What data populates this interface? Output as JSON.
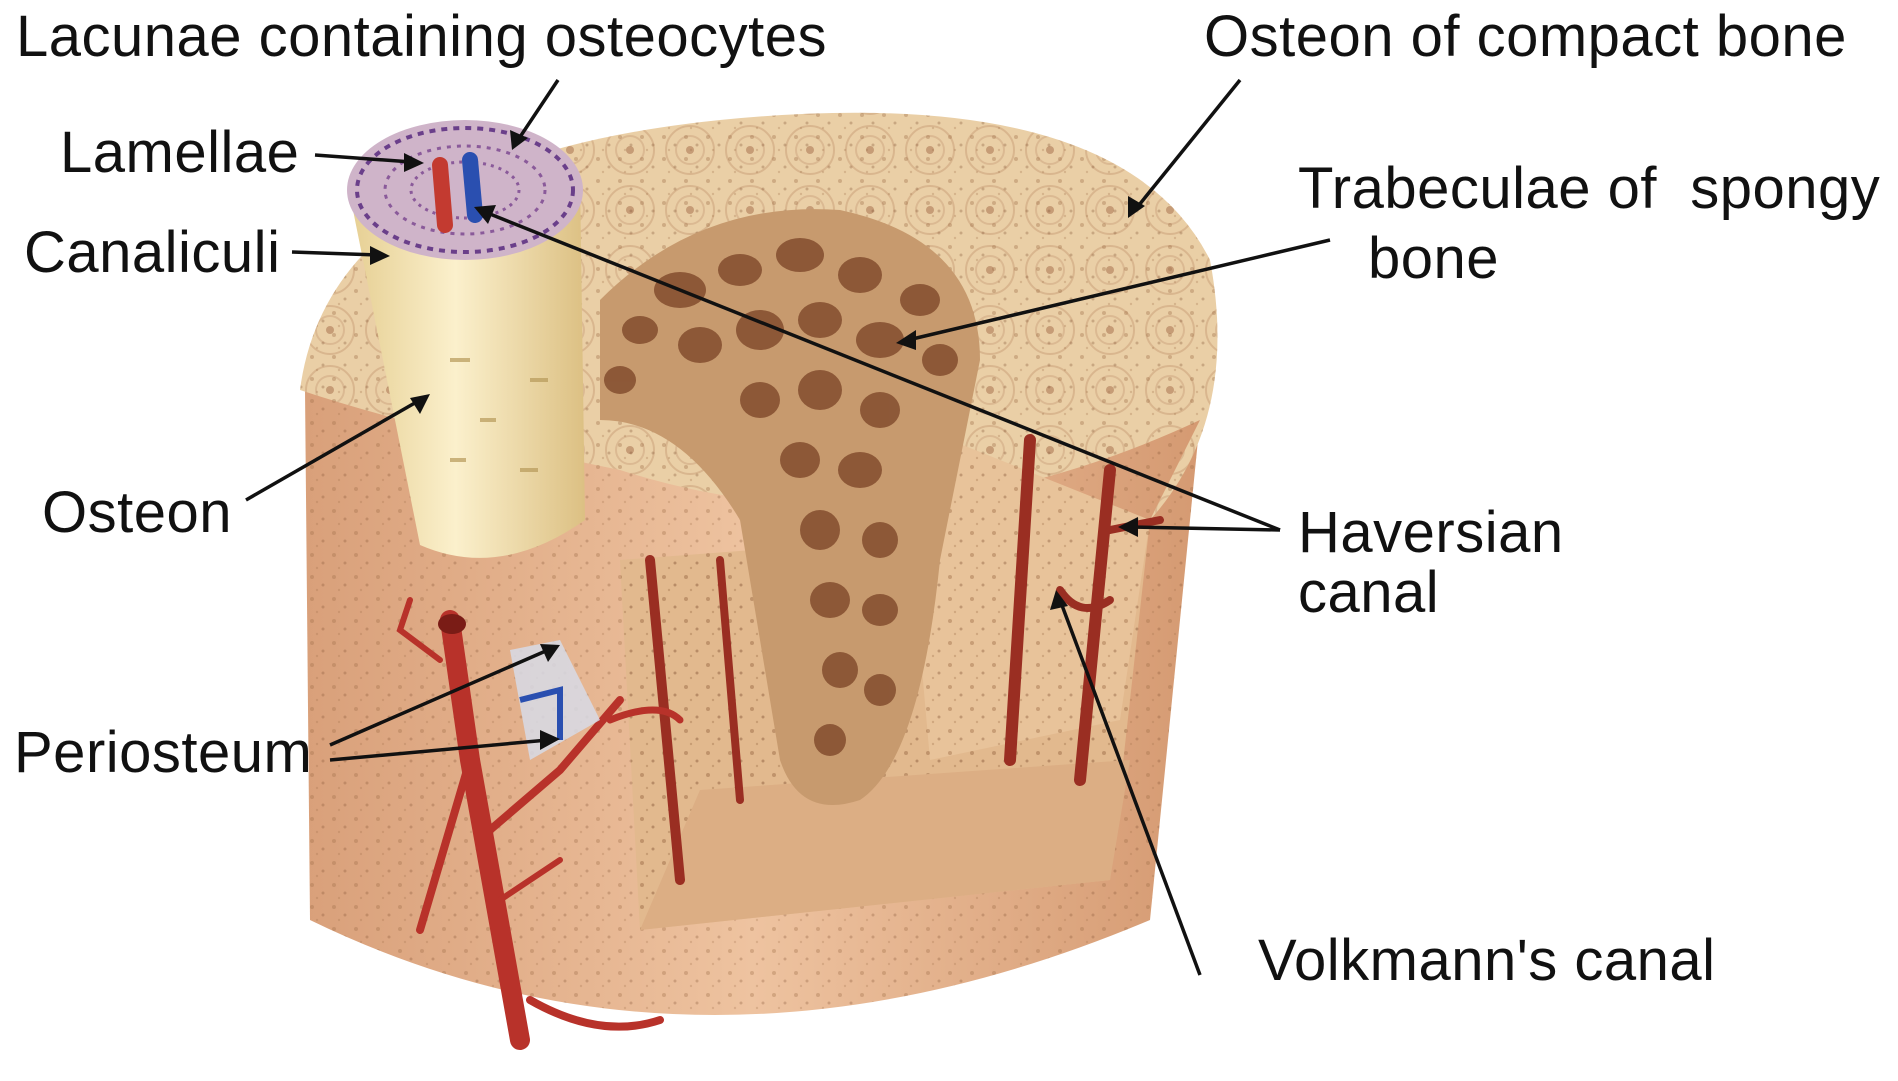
{
  "labels": {
    "lacunae": "Lacunae containing osteocytes",
    "osteon_compact": "Osteon of compact bone",
    "lamellae": "Lamellae",
    "trabeculae_line1": "Trabeculae of  spongy",
    "trabeculae_line2": "bone",
    "canaliculi": "Canaliculi",
    "osteon": "Osteon",
    "haversian_line1": "Haversian",
    "haversian_line2": "canal",
    "periosteum": "Periosteum",
    "volkmann": "Volkmann's canal"
  },
  "colors": {
    "bone_outer": "#e8b98f",
    "bone_top": "#e9cfaa",
    "spongy": "#b07a52",
    "osteon_cylinder": "#f3e2b4",
    "vessel_artery": "#b8322a",
    "vessel_vein": "#2a4fb0",
    "leader_line": "#111111"
  }
}
